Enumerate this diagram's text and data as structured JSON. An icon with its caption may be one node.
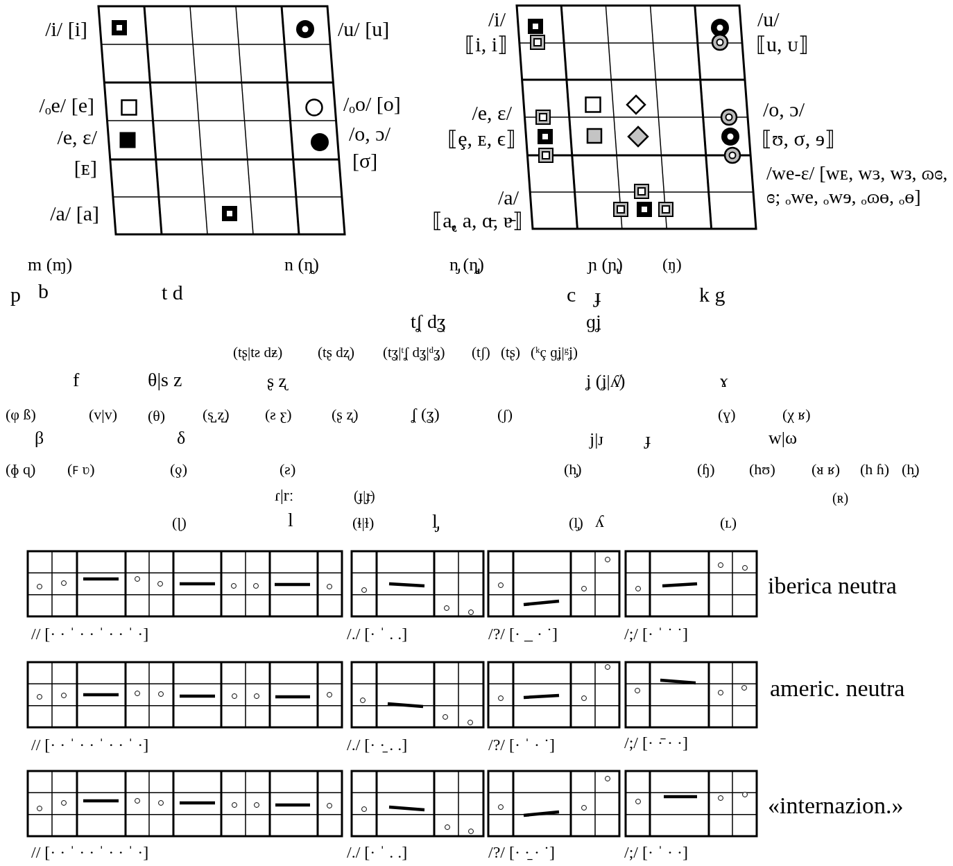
{
  "diagram": {
    "labels": [
      "/i/ [i]",
      "/u/ [u]",
      "/ₒe/ [e]",
      "/ₒo/ [o]",
      "/e, ɛ/",
      "/o, ɔ/",
      "[ᴇ]",
      "[σ]",
      "/a/ [a]",
      "/i/",
      "/u/",
      "⟦i, i⟧",
      "⟦u, ᴜ⟧",
      "/e, ɛ/",
      "/o, ɔ/",
      "⟦ȩ, ᴇ, ϵ⟧",
      "⟦ʊ, σ, ɘ⟧",
      "/we-ɛ/ [wᴇ, wɜ, wз, ɷɞ, ɞ; ₒwe, ₒwɘ, ₒɷɵ, ₒɵ]",
      "/a/",
      "⟦a̢, a, ɑ̵, ɐ̵⟧",
      "m (ɱ)",
      "n (ȵ)",
      "n̡ (ȵ̡)",
      "ɲ (ɲ̢)",
      "(ŋ)",
      "p",
      "b",
      "t d",
      "c",
      "ɟ",
      "k g",
      "tʆ dʓ",
      "ɡʝ",
      "(tʂ|tƨ dƶ)",
      "(tʂ dʐ)",
      "(tʓ|ᵗʆ dʓ|ᵈʓ)",
      "(tʃ)",
      "(tʂ)",
      "(ᵏç ɡʝ|ᵍʝ)",
      "f",
      "θ|s z",
      "ʂ ʐ",
      "ʝ (ʝ|ʎ̸)",
      "ɤ",
      "(φ ß)",
      "(v|ᴠ)",
      "(θ)",
      "(s̺ z̺)",
      "(ƨ ƹ)",
      "(ʂ ʐ)",
      "ʆ (ʓ)",
      "(ʃ)",
      "(ɣ)",
      "(χ ʁ)",
      "β",
      "δ",
      "j|ᴊ",
      "ɟ",
      "w|ω",
      "(ɸ ɋ)",
      "(ꜰ ʋ)",
      "(ƍ)",
      "(ƨ)",
      "(h̡)",
      "(ɧ)",
      "(hʊ)",
      "(ᴚ ʁ)",
      "(h ɦ)",
      "(h̯)",
      "ɾ|rː",
      "(ɟ|ɟ̵)",
      "(ʀ)",
      "(ɭ)",
      "l",
      "(ɬ|ɫ)",
      "l̡",
      "(l̡)",
      "ʎ",
      "(ʟ)",
      "// [· · ˈ · · ˈ · · ˈ ·]",
      "/./ [· ˈ . .]",
      "/?/ [· _ · ˙]",
      "/;/ [· ˈ ˙ ˙]",
      "iberica neutra",
      "// [· · ˈ · · ˈ · · ˈ ·]",
      "/./ [· ·̱ . .]",
      "/?/ [· ˈ · ˙]",
      "/;/ [· ·̄ · ·]",
      "americ. neutra",
      "// [· · ˈ · · ˈ · · ˈ ·]",
      "/./ [· ˈ . .]",
      "/?/ [· ·̱ · ˙]",
      "/;/ [· ˈ · ·]",
      "«internazion.»"
    ]
  }
}
